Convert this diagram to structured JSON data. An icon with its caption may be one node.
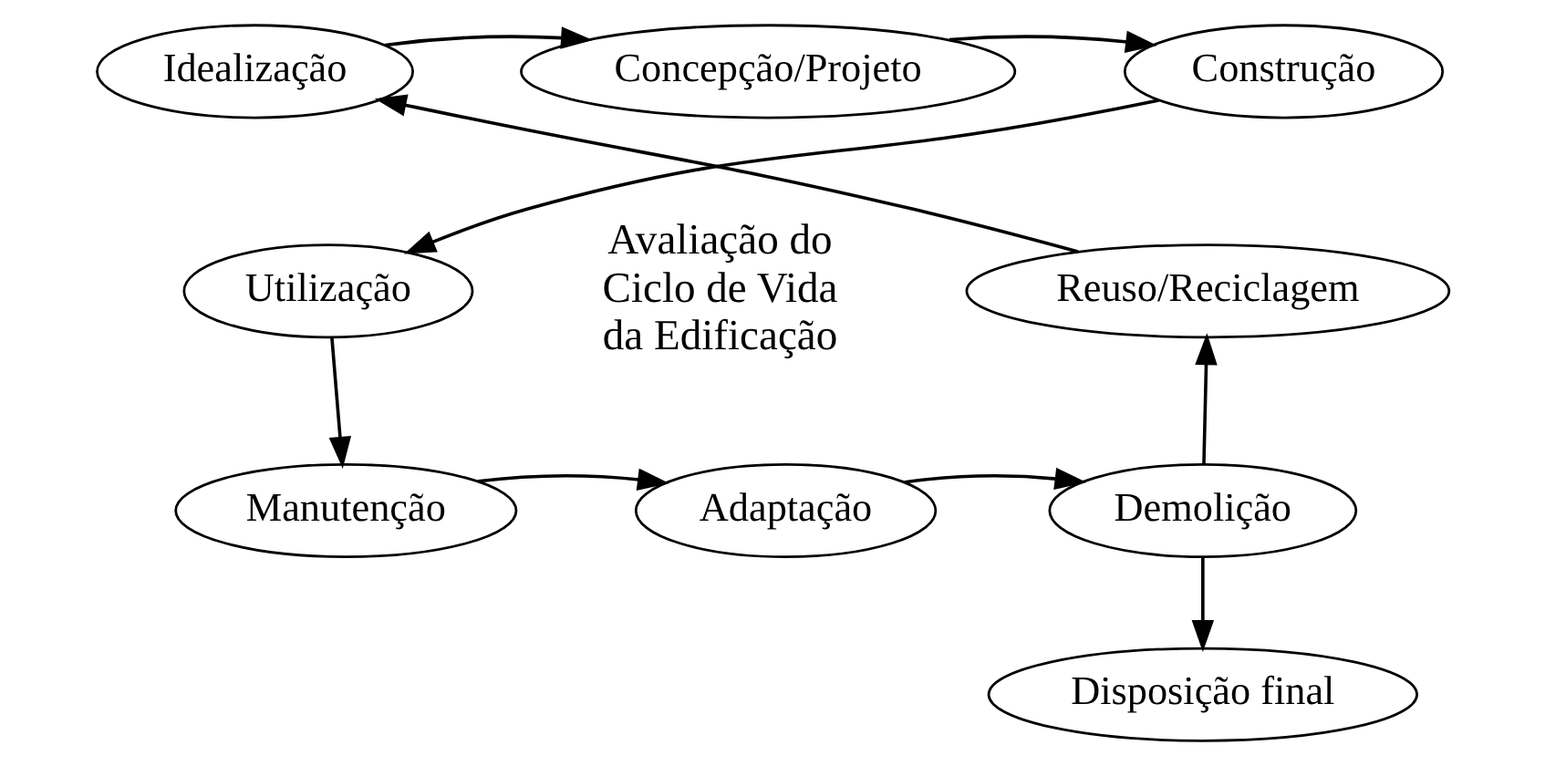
{
  "diagram": {
    "nodes": [
      {
        "text": [
          "Idealização"
        ]
      },
      {
        "text": [
          "Concepção/Projeto"
        ]
      },
      {
        "text": [
          "Construção"
        ]
      },
      {
        "text": [
          "Utilização"
        ]
      },
      {
        "text": [
          "Manutenção"
        ]
      },
      {
        "text": [
          "Adaptação"
        ]
      },
      {
        "text": [
          "Demolição"
        ]
      },
      {
        "text": [
          "Disposição final"
        ]
      },
      {
        "text": [
          "Reuso/Reciclagem"
        ]
      }
    ],
    "edges": [
      {
        "from": 0,
        "to": 1,
        "arrow": "to"
      },
      {
        "from": 1,
        "to": 2,
        "arrow": "to"
      },
      {
        "from": 2,
        "to": 3,
        "arrow": "to"
      },
      {
        "from": 3,
        "to": 4,
        "arrow": "to"
      },
      {
        "from": 4,
        "to": 5,
        "arrow": "to"
      },
      {
        "from": 5,
        "to": 6,
        "arrow": "to"
      },
      {
        "from": 6,
        "to": 7,
        "arrow": "to"
      },
      {
        "from": 6,
        "to": 8,
        "arrow": "to"
      },
      {
        "from": 8,
        "to": 0,
        "arrow": "to"
      }
    ],
    "labels": [
      "Avaliação do Ciclo de Vida da Edificação"
    ]
  }
}
